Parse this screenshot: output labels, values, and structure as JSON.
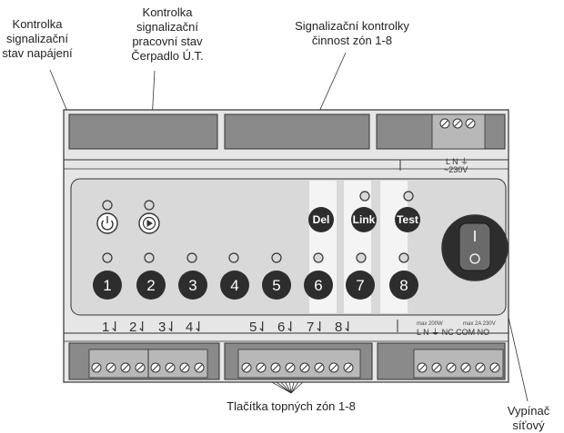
{
  "labels": {
    "power": [
      "Kontrolka",
      "signalizační",
      "stav napájení"
    ],
    "pump": [
      "Kontrolka",
      "signalizační",
      "pracovní stav",
      "Čerpadlo Ú.T."
    ],
    "zones": [
      "Signalizační kontrolky",
      "činnost zón 1-8"
    ],
    "buttons": "Tlačítka topných zón 1-8",
    "switch": [
      "Vypínač",
      "síťový"
    ]
  },
  "device": {
    "zone_buttons": [
      "1",
      "2",
      "3",
      "4",
      "5",
      "6",
      "7",
      "8"
    ],
    "del_label": "Del",
    "link_label": "Link",
    "test_label": "Test",
    "terminal_numbers_left": [
      "1⇃",
      "2⇃",
      "3⇃",
      "4⇃"
    ],
    "terminal_numbers_mid": [
      "5⇃",
      "6⇃",
      "7⇃",
      "8⇃"
    ],
    "top_terminal_label": "L   N   ⏚",
    "top_voltage": "~230V",
    "bottom_right_max1": "max 200W",
    "bottom_right_max2": "max 2A 230V",
    "bottom_right_terms": "L   N   ⏚   NC  COM  NO",
    "switch_on_mark": "I",
    "switch_off_mark": "O"
  },
  "colors": {
    "button_fill": "#2d2d2d",
    "panel_fill": "#d9d9d9",
    "housing_fill": "#e6e6e6",
    "terminal_fill": "#7a7a7a",
    "stripe_fill": "#f4f4f4"
  }
}
